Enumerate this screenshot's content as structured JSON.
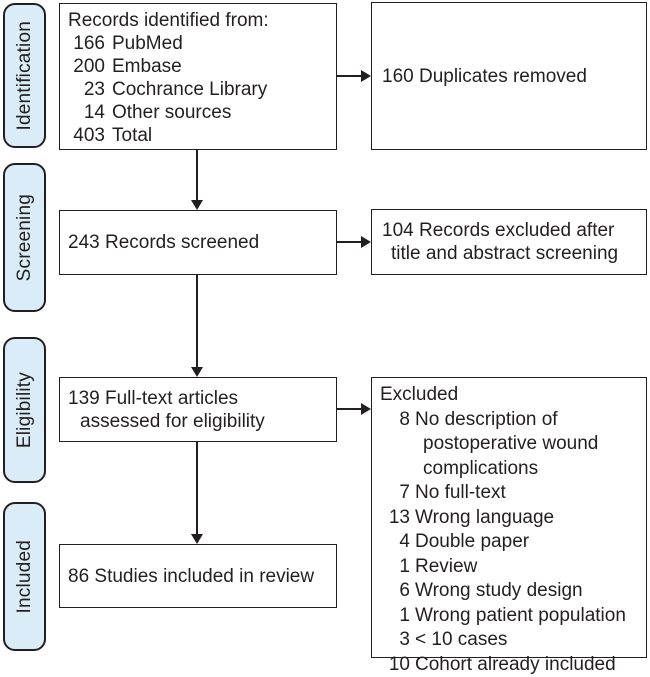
{
  "figure": {
    "background": "#ffffff",
    "ink_color": "#231f20",
    "stage_fill": "#daecf8"
  },
  "stages": [
    {
      "label": "Identification"
    },
    {
      "label": "Screening"
    },
    {
      "label": "Eligibility"
    },
    {
      "label": "Included"
    }
  ],
  "boxes": {
    "identified": {
      "title": "Records identified from:",
      "items": [
        {
          "num": "166",
          "label": "PubMed"
        },
        {
          "num": "200",
          "label": "Embase"
        },
        {
          "num": "23",
          "label": "Cochrance Library"
        },
        {
          "num": "14",
          "label": "Other sources"
        },
        {
          "num": "403",
          "label": "Total"
        }
      ]
    },
    "duplicates_removed": {
      "text": "160 Duplicates removed"
    },
    "records_screened": {
      "text": "243 Records screened"
    },
    "excluded_screening": {
      "text": "104 Records excluded after\ntitle and abstract screening"
    },
    "fulltext_assessed": {
      "text": "139 Full-text articles\nassessed for eligibility"
    },
    "excluded_eligibility": {
      "title": "Excluded",
      "items": [
        {
          "num": "8",
          "label": "No description of\npostoperative wound\ncomplications"
        },
        {
          "num": "7",
          "label": "No full-text"
        },
        {
          "num": "13",
          "label": "Wrong language"
        },
        {
          "num": "4",
          "label": "Double paper"
        },
        {
          "num": "1",
          "label": "Review"
        },
        {
          "num": "6",
          "label": "Wrong study design"
        },
        {
          "num": "1",
          "label": "Wrong patient population"
        },
        {
          "num": "3",
          "label": "< 10 cases"
        },
        {
          "num": "10",
          "label": "Cohort already included"
        }
      ]
    },
    "included_review": {
      "text": "86 Studies included in review"
    }
  }
}
